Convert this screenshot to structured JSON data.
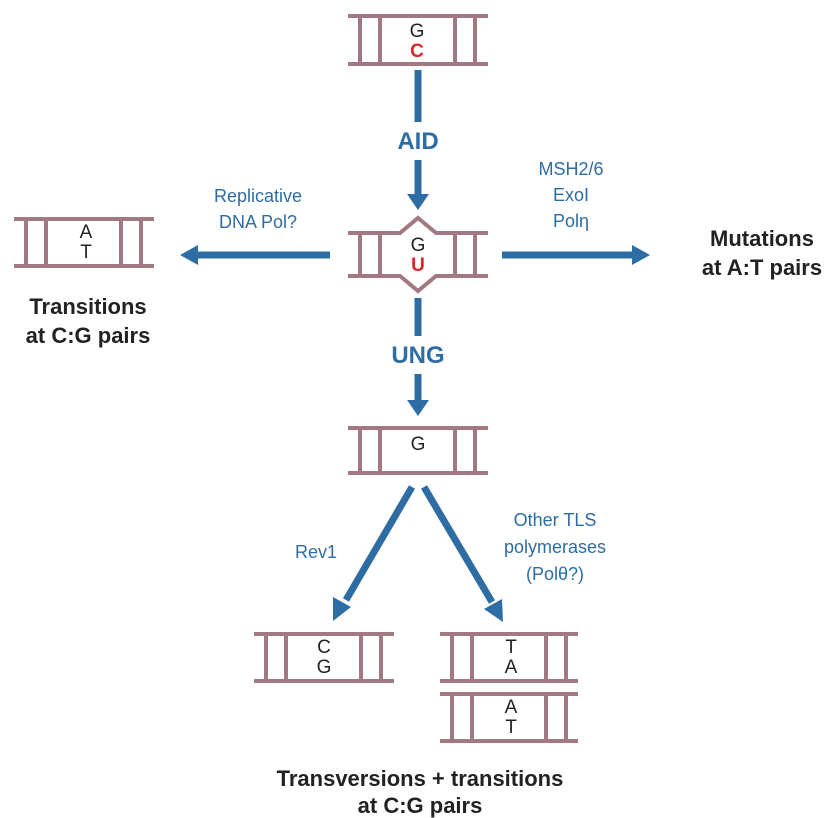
{
  "dna": {
    "top": {
      "base1": "G",
      "base2": "C"
    },
    "center": {
      "base1": "G",
      "base2": "U"
    },
    "left": {
      "base1": "A",
      "base2": "T"
    },
    "abasic": {
      "base1": "G"
    },
    "rev1": {
      "base1": "C",
      "base2": "G"
    },
    "tls_top": {
      "base1": "T",
      "base2": "A"
    },
    "tls_bottom": {
      "base1": "A",
      "base2": "T"
    }
  },
  "enzymes": {
    "aid": "AID",
    "ung": "UNG",
    "replicative_line1": "Replicative",
    "replicative_line2": "DNA Pol?",
    "msh_line1": "MSH2/6",
    "msh_line2": "ExoI",
    "msh_line3": "Polη",
    "rev1": "Rev1",
    "tls_line1": "Other TLS",
    "tls_line2": "polymerases",
    "tls_line3": "(Polθ?)"
  },
  "outcomes": {
    "left_line1": "Transitions",
    "left_line2": "at C:G pairs",
    "right_line1": "Mutations",
    "right_line2": "at A:T pairs",
    "bottom_line1": "Transversions + transitions",
    "bottom_line2": "at C:G pairs"
  },
  "colors": {
    "arrow": "#2e6ca4",
    "dna_strand": "#a27882",
    "uracil_cytosine": "#d42a2a",
    "text": "#222222"
  }
}
